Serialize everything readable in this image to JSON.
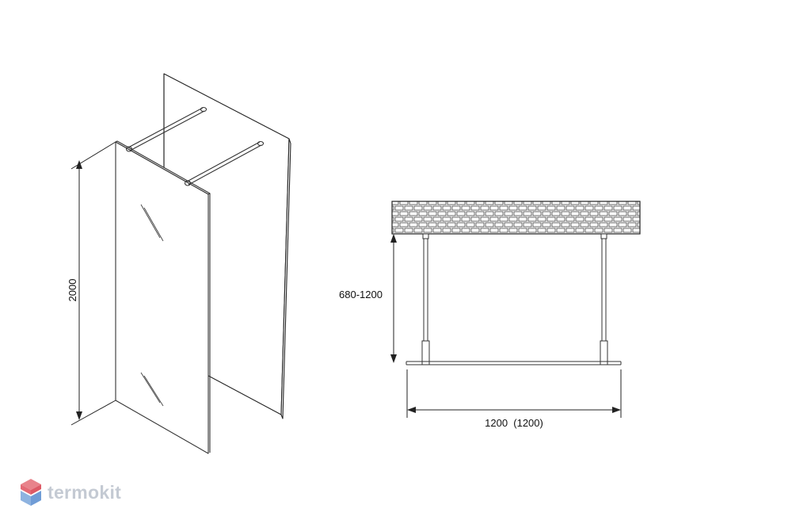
{
  "left_view": {
    "height_label": "2000"
  },
  "plan_view": {
    "depth_label": "680-1200",
    "width_label": "1200  (1200)"
  },
  "brand": {
    "name": "termokit",
    "colors": {
      "red": "#e8838b",
      "blue": "#8eb3e0",
      "text": "#c4cad3"
    }
  }
}
